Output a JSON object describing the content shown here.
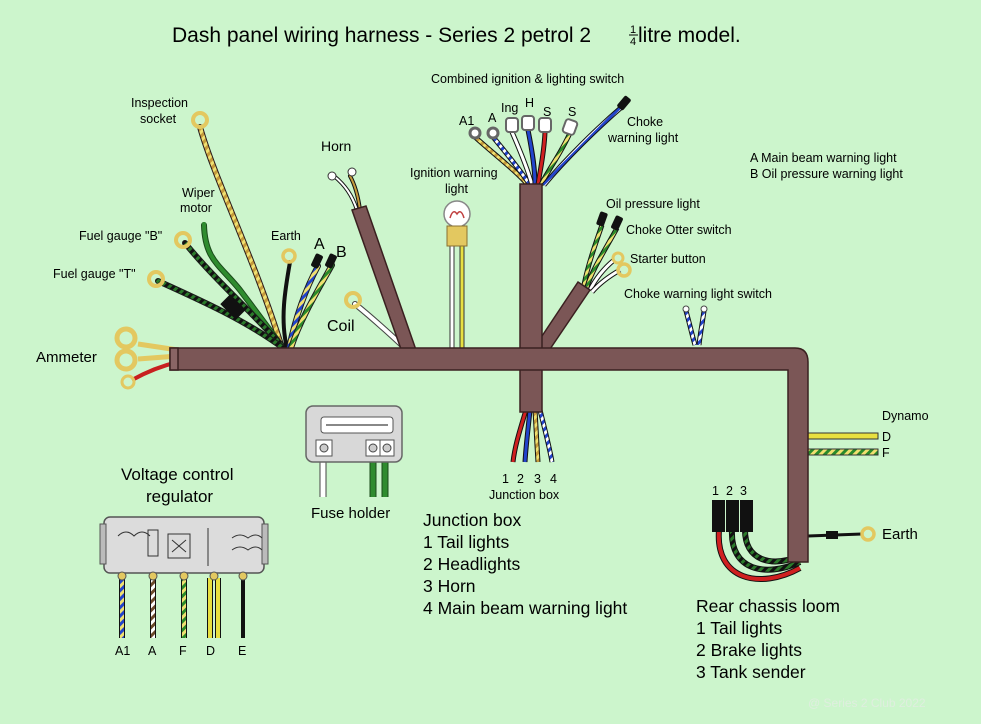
{
  "title_main": "Dash panel wiring harness - Series 2 petrol 2",
  "title_frac_num": "1",
  "title_frac_den": "4",
  "title_tail": " litre model.",
  "labels": {
    "inspection_socket_1": "Inspection",
    "inspection_socket_2": "socket",
    "wiper_motor_1": "Wiper",
    "wiper_motor_2": "motor",
    "fuel_gauge_b": "Fuel gauge \"B\"",
    "fuel_gauge_t": "Fuel gauge \"T\"",
    "earth_top": "Earth",
    "a_big": "A",
    "b_big": "B",
    "horn": "Horn",
    "coil": "Coil",
    "ammeter": "Ammeter",
    "ignition_light_1": "Ignition warning",
    "ignition_light_2": "light",
    "switch_title": "Combined ignition & lighting switch",
    "sw_a1": "A1",
    "sw_a": "A",
    "sw_ing": "Ing",
    "sw_h": "H",
    "sw_s1": "S",
    "sw_s2": "S",
    "choke_warning_1": "Choke",
    "choke_warning_2": "warning light",
    "oil_pressure": "Oil pressure light",
    "choke_otter": "Choke Otter switch",
    "starter_button": "Starter button",
    "choke_light_switch": "Choke warning light switch",
    "dynamo": "Dynamo",
    "dynamo_d": "D",
    "dynamo_f": "F",
    "earth_right": "Earth",
    "fuse_holder": "Fuse holder",
    "jb_num_1": "1",
    "jb_num_2": "2",
    "jb_num_3": "3",
    "jb_num_4": "4",
    "junction_box_small": "Junction box",
    "rc_num_1": "1",
    "rc_num_2": "2",
    "rc_num_3": "3",
    "vcr_1": "Voltage control",
    "vcr_2": "regulator",
    "vcr_a1": "A1",
    "vcr_a": "A",
    "vcr_f": "F",
    "vcr_d": "D",
    "vcr_e": "E",
    "watermark": "@ Series 2 Club 2022"
  },
  "legend_ab": [
    "A  Main beam warning light",
    "B  Oil pressure warning light"
  ],
  "junction_box_list": {
    "title": "Junction box",
    "items": [
      "1  Tail lights",
      "2  Headlights",
      "3  Horn",
      "4  Main beam warning light"
    ]
  },
  "rear_chassis_list": {
    "title": "Rear chassis loom",
    "items": [
      "1  Tail lights",
      "2  Brake lights",
      "3  Tank sender"
    ]
  },
  "colors": {
    "background": "#ccf5cc",
    "loom": "#7b5656",
    "loom_outline": "#3a2020",
    "brass": "#e3c860"
  }
}
